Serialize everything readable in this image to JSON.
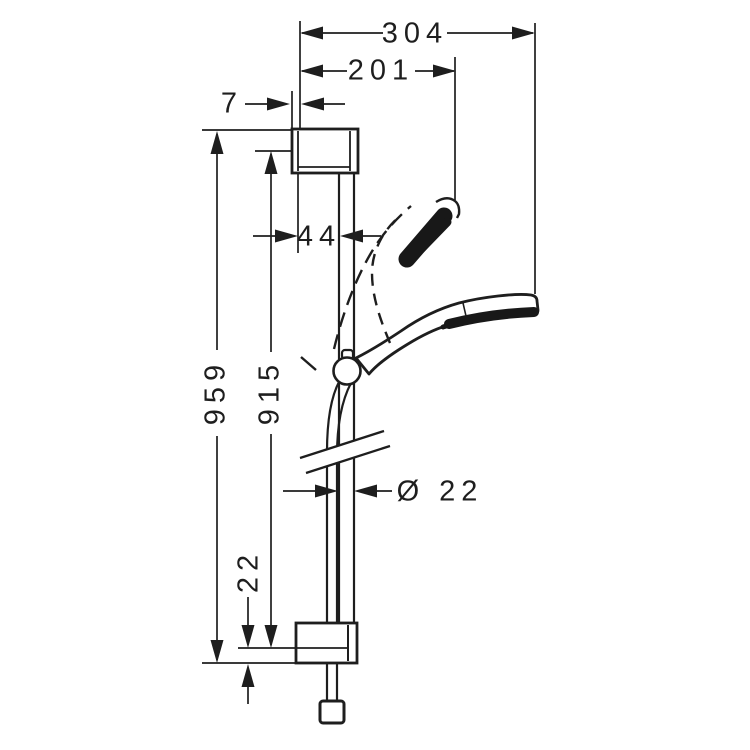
{
  "drawing": {
    "type": "dimensional technical drawing of a shower rail set",
    "background_color": "#ffffff",
    "line_color": "#1e1e1e",
    "labels": {
      "width_overall": "304",
      "width_handshower": "201",
      "offset_wall": "7",
      "offset_bar": "44",
      "height_overall": "959",
      "height_holes": "915",
      "bar_diameter": "Ø 22",
      "offset_bottom": "22"
    }
  }
}
